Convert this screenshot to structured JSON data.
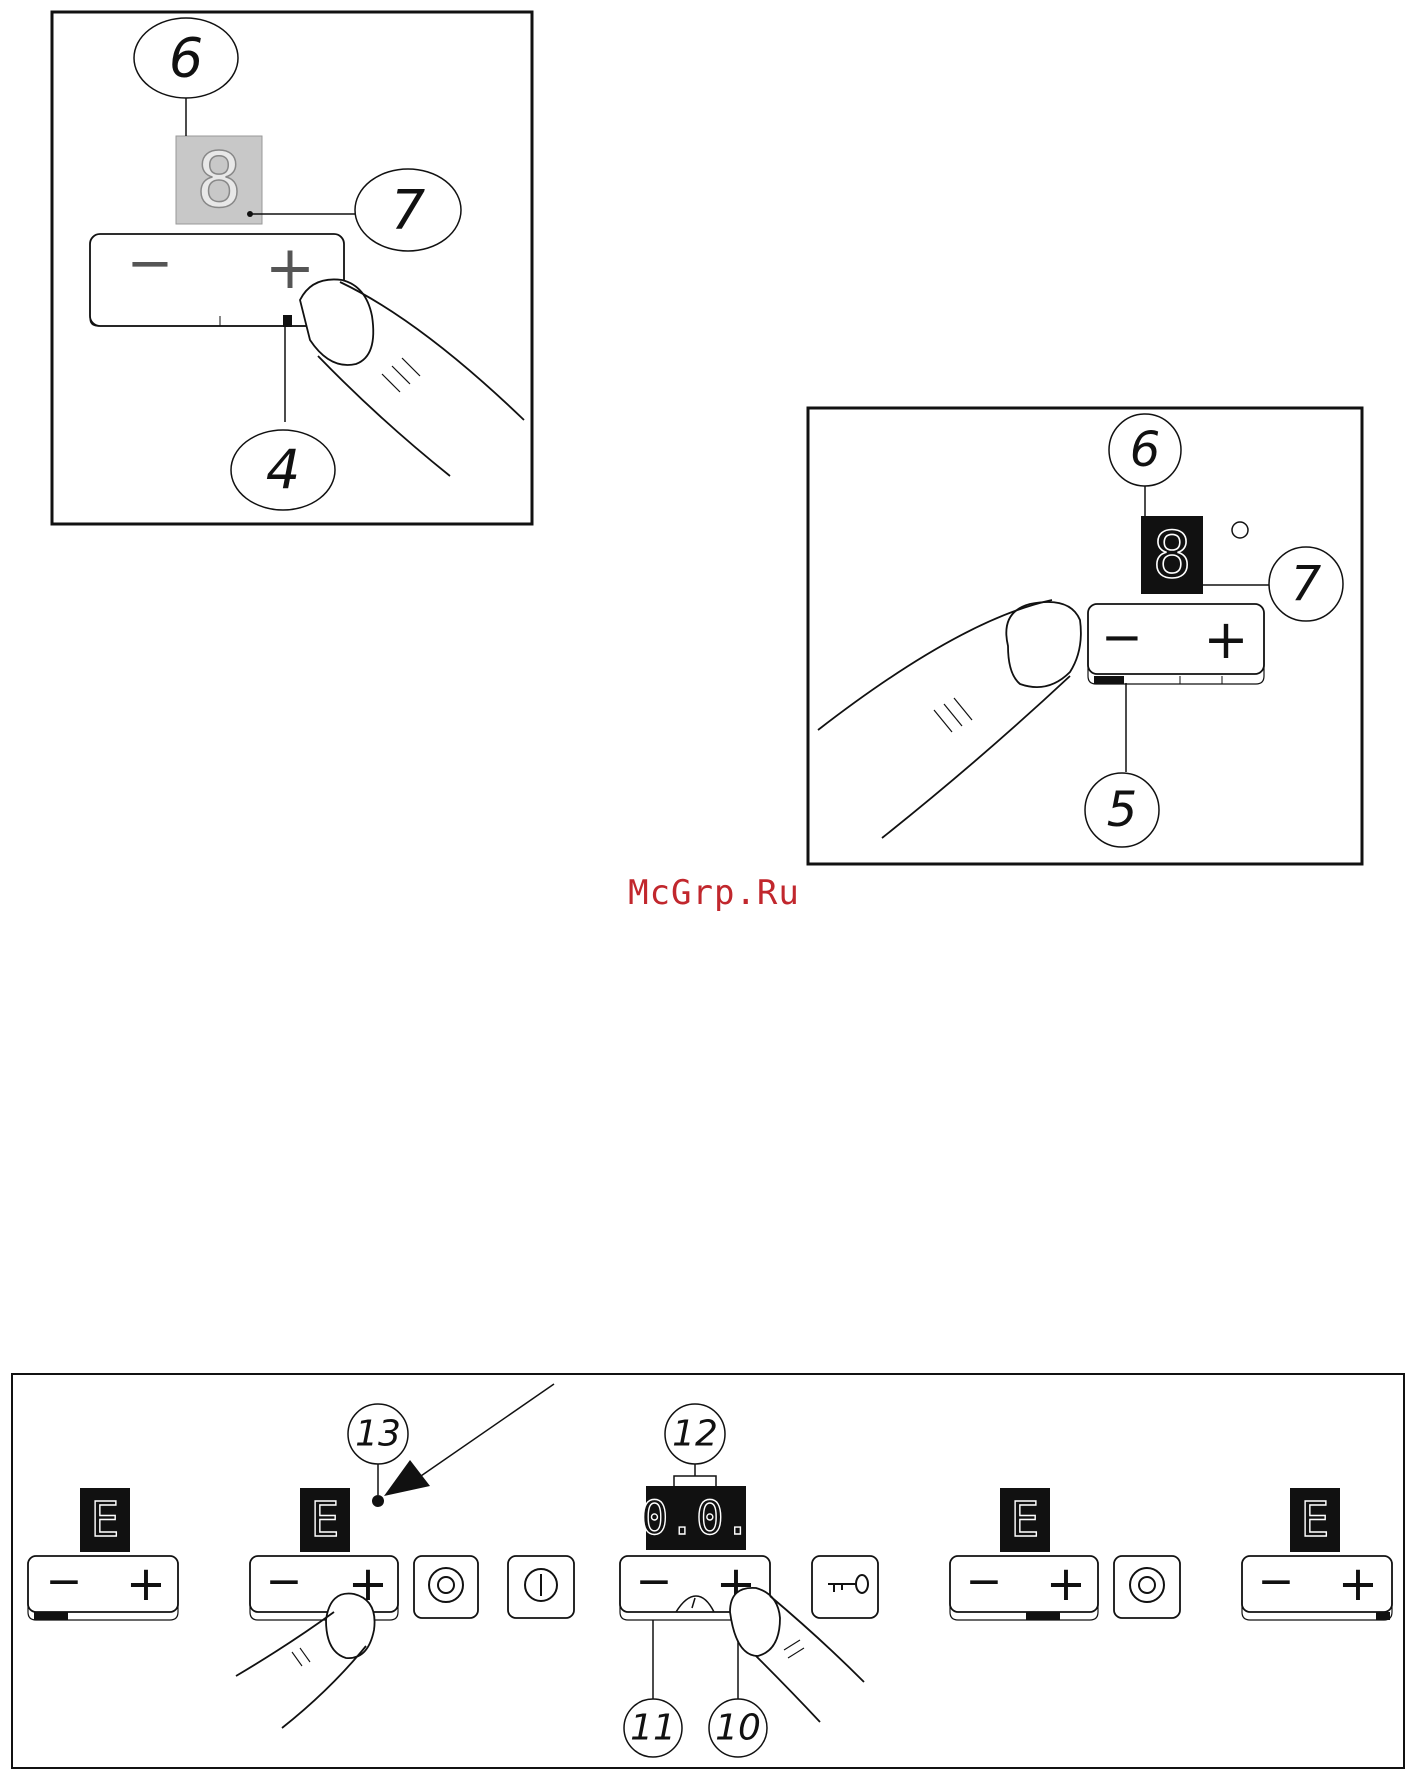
{
  "colors": {
    "line": "#111111",
    "display_bg": "#111111",
    "display_grey": "#c8c8c8",
    "segment_light": "#ffffff",
    "watermark": "#c1272d"
  },
  "figure_a": {
    "callouts": {
      "display": "6",
      "decimal_point": "7",
      "indicator": "4"
    },
    "display_digit": "8",
    "keys": {
      "minus": "−",
      "plus": "+"
    }
  },
  "figure_b": {
    "callouts": {
      "display": "6",
      "decimal_point": "7",
      "indicator": "5"
    },
    "display_digit": "8",
    "keys": {
      "minus": "−",
      "plus": "+"
    }
  },
  "watermark": "McGrp.Ru",
  "figure_c": {
    "callouts": {
      "dot": "13",
      "timer_display": "12",
      "timer_minus": "11",
      "timer_plus": "10"
    },
    "zone_display_symbol": "E",
    "timer_display_value": "0.0.",
    "keys": {
      "minus": "−",
      "plus": "+"
    },
    "icons": [
      "zone-ring-icon",
      "power-icon",
      "key-lock-icon",
      "zone-ring-icon"
    ]
  }
}
